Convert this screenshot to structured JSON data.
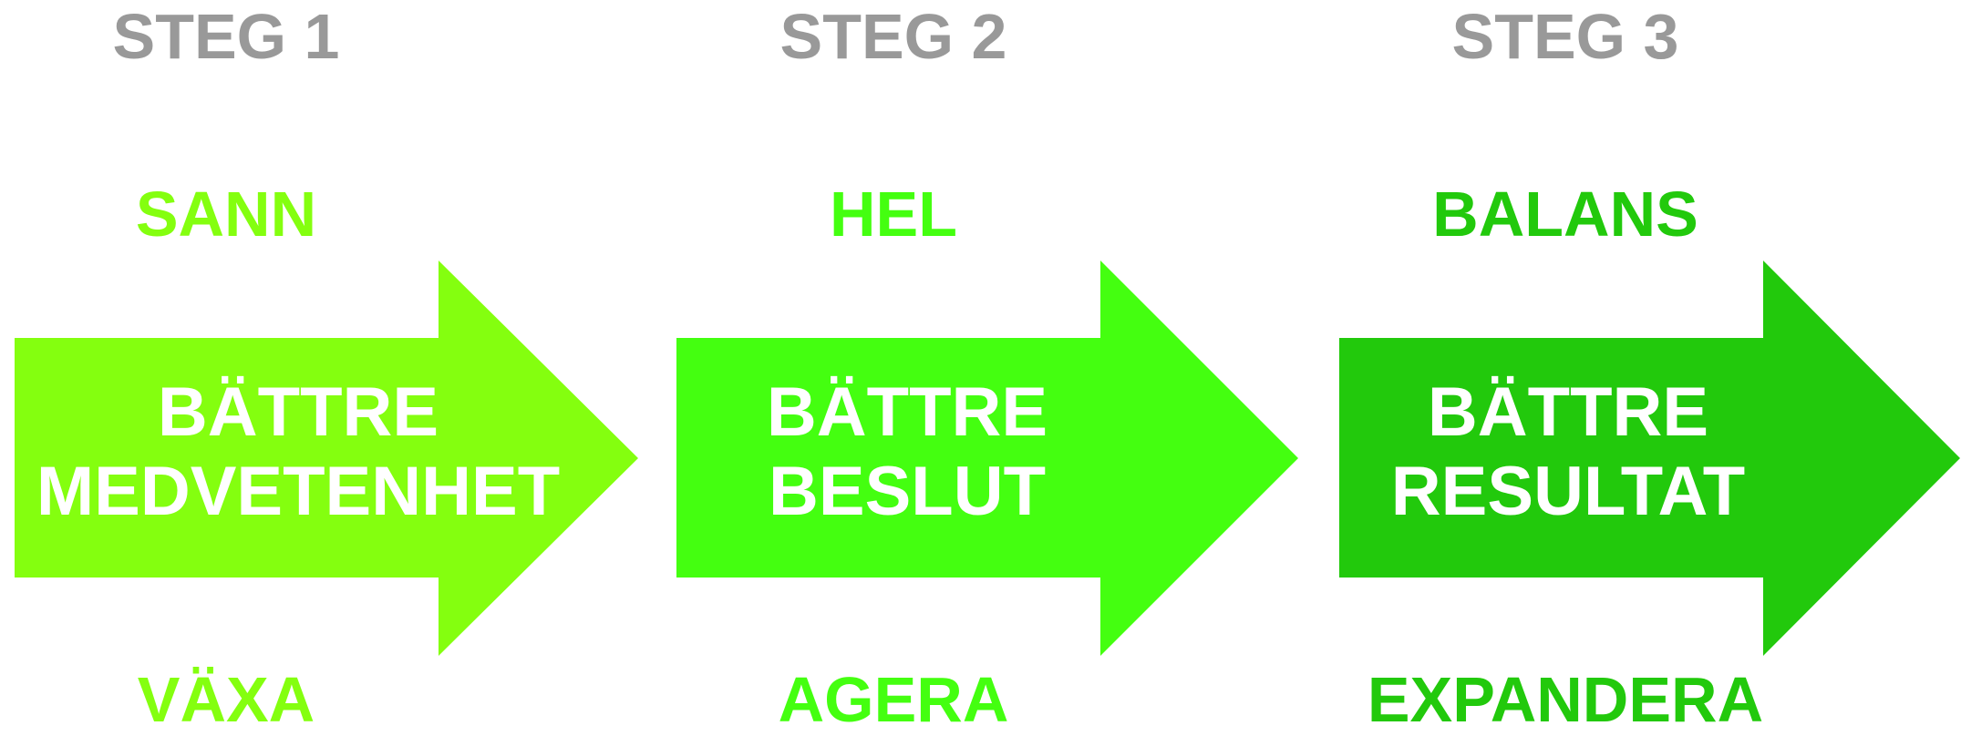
{
  "steps": [
    {
      "step_label": "STEG 1",
      "top_word": "SANN",
      "arrow_line1": "BÄTTRE",
      "arrow_line2": "MEDVETENHET",
      "bottom_word": "VÄXA",
      "color": "#84FF0F"
    },
    {
      "step_label": "STEG 2",
      "top_word": "HEL",
      "arrow_line1": "BÄTTRE",
      "arrow_line2": "BESLUT",
      "bottom_word": "AGERA",
      "color": "#44FF10"
    },
    {
      "step_label": "STEG 3",
      "top_word": "BALANS",
      "arrow_line1": "BÄTTRE",
      "arrow_line2": "RESULTAT",
      "bottom_word": "EXPANDERA",
      "color": "#22C90C"
    }
  ],
  "colors": {
    "step_label": "#999999",
    "background": "#FFFFFF",
    "arrow_text": "#FFFFFF"
  }
}
